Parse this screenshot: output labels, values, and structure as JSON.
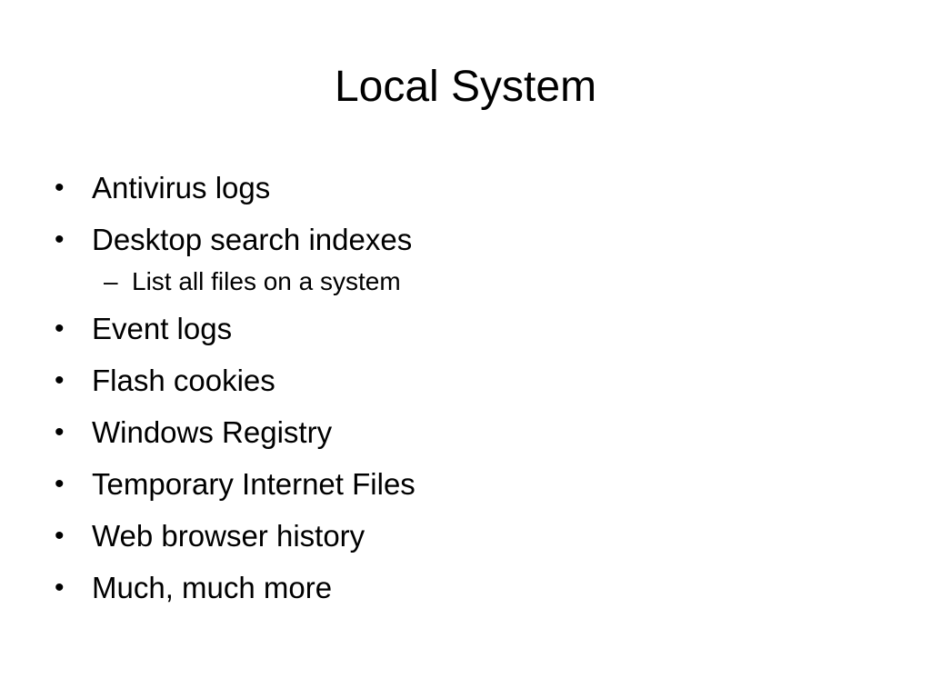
{
  "slide": {
    "title": "Local System",
    "bullet_glyph": "•",
    "dash_glyph": "–",
    "items": [
      {
        "text": "Antivirus logs"
      },
      {
        "text": "Desktop search indexes",
        "sub": [
          "List all files on a system"
        ]
      },
      {
        "text": "Event logs"
      },
      {
        "text": "Flash cookies"
      },
      {
        "text": "Windows Registry"
      },
      {
        "text": "Temporary Internet Files"
      },
      {
        "text": "Web browser history"
      },
      {
        "text": "Much, much more"
      }
    ]
  },
  "colors": {
    "background": "#ffffff",
    "text": "#000000"
  }
}
